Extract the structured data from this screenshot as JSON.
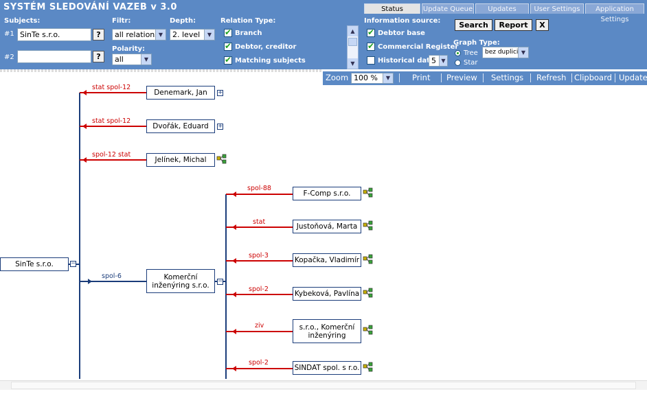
{
  "app": {
    "title": "SYSTÉM SLEDOVÁNÍ VAZEB v 3.0"
  },
  "tabs": [
    {
      "label": "Status",
      "active": true
    },
    {
      "label": "Update Queue",
      "active": false
    },
    {
      "label": "Updates",
      "active": false
    },
    {
      "label": "User Settings",
      "active": false
    },
    {
      "label": "Application Settings",
      "active": false
    }
  ],
  "subjects": {
    "label": "Subjects:",
    "row1": {
      "num": "#1",
      "value": "SinTe s.r.o."
    },
    "row2": {
      "num": "#2",
      "value": ""
    },
    "q_label": "?"
  },
  "filter": {
    "label": "Filtr:",
    "value": "all relations"
  },
  "depth": {
    "label": "Depth:",
    "value": "2. level"
  },
  "polarity": {
    "label": "Polarity:",
    "value": "all"
  },
  "relation_type": {
    "label": "Relation Type:",
    "options": [
      {
        "label": "Branch",
        "checked": true
      },
      {
        "label": "Debtor, creditor",
        "checked": true
      },
      {
        "label": "Matching subjects",
        "checked": true
      }
    ]
  },
  "info_source": {
    "label": "Information source:",
    "options": [
      {
        "label": "Debtor base",
        "checked": true
      },
      {
        "label": "Commercial Register",
        "checked": true
      },
      {
        "label": "Historical data",
        "checked": false
      }
    ],
    "historical_value": "5"
  },
  "buttons": {
    "search": "Search",
    "report": "Report",
    "close": "X"
  },
  "graph_type": {
    "label": "Graph Type:",
    "tree": "Tree",
    "star": "Star",
    "selected": "tree",
    "mode_value": "bez duplicit"
  },
  "toolbar": {
    "zoom_label": "Zoom",
    "zoom_value": "100 %",
    "items": [
      "Print",
      "Preview",
      "Settings",
      "Refresh",
      "Clipboard",
      "Update"
    ]
  },
  "colors": {
    "header": "#5b89c5",
    "edge_red": "#cc0000",
    "edge_blue": "#1a3c7a",
    "node_border": "#1a3c7a",
    "check": "#21a121"
  },
  "graph": {
    "root": {
      "label": "SinTe s.r.o."
    },
    "level1": [
      {
        "label": "Denemark, Jan",
        "relation": "stat spol-12",
        "marker": "plus"
      },
      {
        "label": "Dvořák, Eduard",
        "relation": "stat spol-12",
        "marker": "plus"
      },
      {
        "label": "Jelínek, Michal",
        "relation": "spol-12 stat",
        "marker": "expand-icon"
      },
      {
        "label": "Komerční inženýring s.r.o.",
        "relation": "spol-6",
        "marker": "minus"
      }
    ],
    "level2": [
      {
        "label": "F-Comp s.r.o.",
        "relation": "spol-88"
      },
      {
        "label": "Justoňová, Marta",
        "relation": "stat"
      },
      {
        "label": "Kopačka, Vladimír",
        "relation": "spol-3"
      },
      {
        "label": "Kybeková, Pavlína",
        "relation": "spol-2"
      },
      {
        "label": "s.r.o., Komerční inženýring",
        "relation": "ziv"
      },
      {
        "label": "SINDAT spol. s r.o.",
        "relation": "spol-2"
      }
    ]
  }
}
